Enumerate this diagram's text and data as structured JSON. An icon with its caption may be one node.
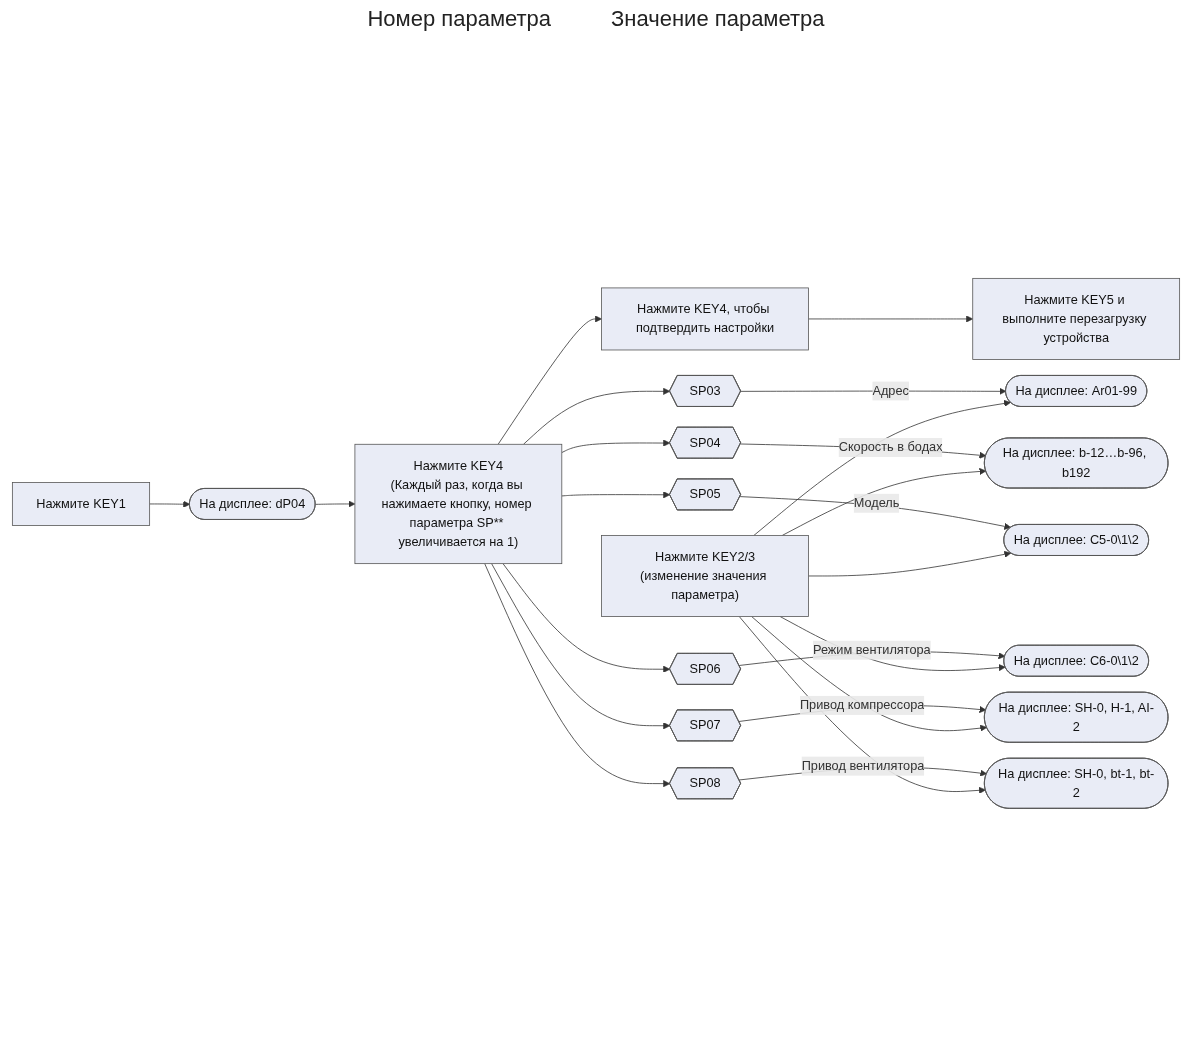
{
  "diagram": {
    "nodes": [
      {
        "text": [
          "Нажмите KEY1"
        ]
      },
      {
        "text": [
          "На дисплее: dP04"
        ]
      },
      {
        "text": [
          "Нажмите KEY4",
          "(Каждый раз, когда вы нажимаете кнопку, номер параметра SP** увеличивается на 1)"
        ]
      },
      {
        "text": [
          "Нажмите KEY4, чтобы подтвердить настройки"
        ]
      },
      {
        "text": [
          "Нажмите KEY5 и выполните перезагрузку устройства"
        ]
      },
      {
        "text": [
          "Нажмите KEY2/3",
          "(изменение значения параметра)"
        ]
      },
      {
        "text": [
          "SP03"
        ]
      },
      {
        "text": [
          "SP04"
        ]
      },
      {
        "text": [
          "SP05"
        ]
      },
      {
        "text": [
          "SP06"
        ]
      },
      {
        "text": [
          "SP07"
        ]
      },
      {
        "text": [
          "SP08"
        ]
      },
      {
        "text": [
          "На дисплее: Ar01-99"
        ]
      },
      {
        "text": [
          "На дисплее: b-12…b-96, b192"
        ]
      },
      {
        "text": [
          "На дисплее: C5-0\\1\\2"
        ]
      },
      {
        "text": [
          "На дисплее: C6-0\\1\\2"
        ]
      },
      {
        "text": [
          "На дисплее: SH-0, H-1, AI-2"
        ]
      },
      {
        "text": [
          "На дисплее: SH-0, bt-1, bt-2"
        ]
      }
    ],
    "edges": [
      {
        "from": 0,
        "to": 1,
        "arrow": "to"
      },
      {
        "from": 1,
        "to": 2,
        "arrow": "to"
      },
      {
        "from": 2,
        "to": 3,
        "arrow": "to"
      },
      {
        "from": 3,
        "to": 4,
        "arrow": "to"
      },
      {
        "from": 2,
        "to": 6,
        "arrow": "to"
      },
      {
        "from": 2,
        "to": 7,
        "arrow": "to"
      },
      {
        "from": 2,
        "to": 8,
        "arrow": "to"
      },
      {
        "from": 2,
        "to": 9,
        "arrow": "to"
      },
      {
        "from": 2,
        "to": 10,
        "arrow": "to"
      },
      {
        "from": 2,
        "to": 11,
        "arrow": "to"
      },
      {
        "from": 6,
        "to": 12,
        "arrow": "to",
        "label": "Адрес"
      },
      {
        "from": 7,
        "to": 13,
        "arrow": "to",
        "label": "Скорость в бодах"
      },
      {
        "from": 8,
        "to": 14,
        "arrow": "to",
        "label": "Модель"
      },
      {
        "from": 9,
        "to": 15,
        "arrow": "to",
        "label": "Режим вентилятора"
      },
      {
        "from": 10,
        "to": 16,
        "arrow": "to",
        "label": "Привод компрессора"
      },
      {
        "from": 11,
        "to": 17,
        "arrow": "to",
        "label": "Привод вентилятора"
      },
      {
        "from": 5,
        "to": 12,
        "arrow": "to"
      },
      {
        "from": 5,
        "to": 13,
        "arrow": "to"
      },
      {
        "from": 5,
        "to": 14,
        "arrow": "to"
      },
      {
        "from": 5,
        "to": 15,
        "arrow": "to"
      },
      {
        "from": 5,
        "to": 16,
        "arrow": "to"
      },
      {
        "from": 5,
        "to": 17,
        "arrow": "to"
      }
    ],
    "labels": [
      "Номер параметра",
      "Значение параметра"
    ]
  }
}
